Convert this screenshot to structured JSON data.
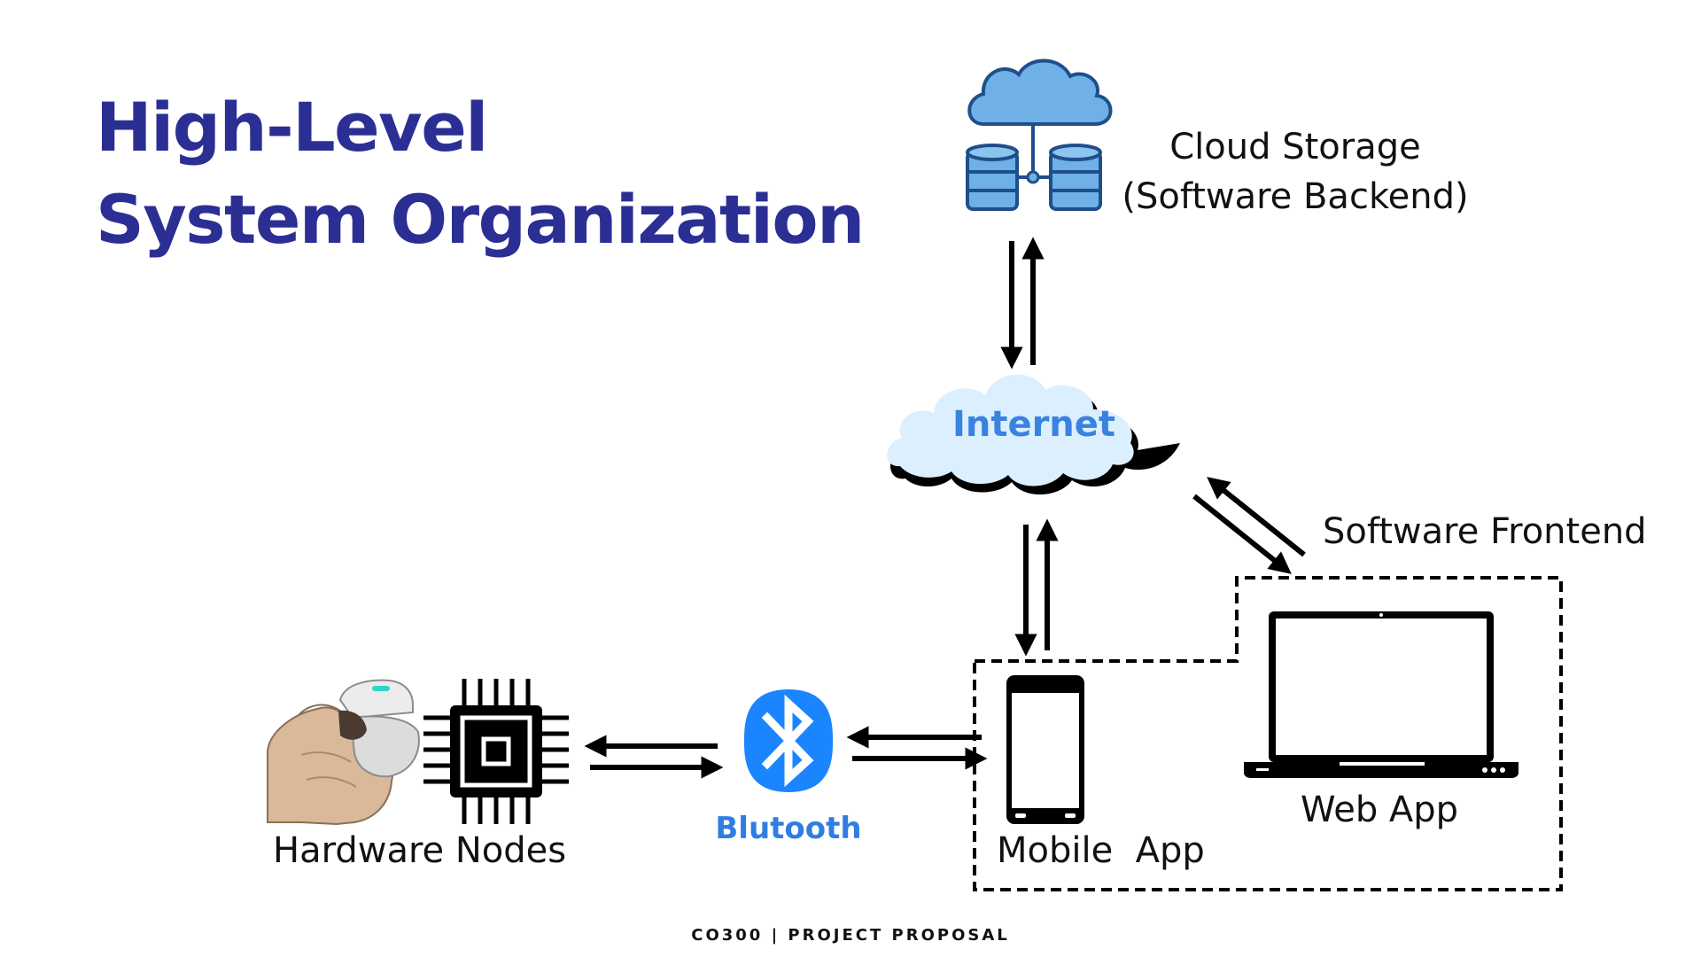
{
  "title": {
    "line1": "High-Level",
    "line2": "System Organization"
  },
  "nodes": {
    "cloud_storage": {
      "line1": "Cloud Storage",
      "line2": "(Software Backend)",
      "icon": "cloud-database-icon"
    },
    "internet": {
      "label": "Internet",
      "icon": "internet-cloud-icon"
    },
    "software_frontend": {
      "label": "Software Frontend"
    },
    "hardware_nodes": {
      "label": "Hardware Nodes",
      "icons": [
        "finger-sensor-icon",
        "microchip-icon"
      ]
    },
    "bluetooth": {
      "label": "Blutooth",
      "icon": "bluetooth-icon"
    },
    "mobile_app": {
      "label": "Mobile  App",
      "icon": "smartphone-icon"
    },
    "web_app": {
      "label": "Web App",
      "icon": "laptop-icon"
    }
  },
  "footer": {
    "text": "CO300 | PROJECT PROPOSAL"
  },
  "colors": {
    "title": "#2b2f94",
    "internet_text": "#3a82e0",
    "bluetooth": "#1a85ff",
    "cloud_icon": "#6fb0e8",
    "internet_cloud": "#dcefff"
  }
}
